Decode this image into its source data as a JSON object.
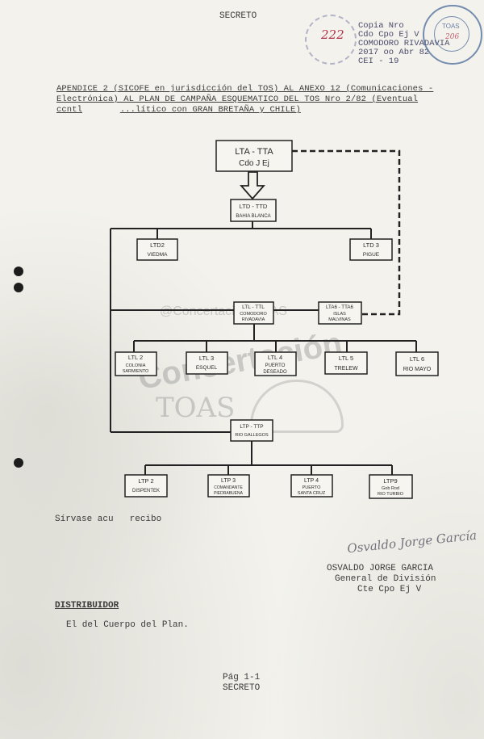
{
  "header_secret": "SECRETO",
  "stamp": {
    "line1": "Copia Nro",
    "line2": "Cdo Cpo Ej V",
    "line3": "COMODORO RIVADAVIA",
    "line4": "2017 oo  Abr 82",
    "line5": "CEI - 19",
    "handwritten_number": "222",
    "seal_text": "TOAS",
    "seal_number": "206"
  },
  "heading": {
    "line1": "APENDICE 2 (SICOFE en jurisdicción del TOS) AL ANEXO 12 (Comunicaciones -",
    "line2": "Electrónica) AL PLAN DE CAMPAÑA ESQUEMATICO DEL TOS Nro 2/82 (Eventual",
    "line3_left": "ccntl",
    "line3_right": "...lítico con GRAN BRETAÑA y CHILE)"
  },
  "chart": {
    "top": {
      "line1": "LTA - TTA",
      "line2": "Cdo J Ej"
    },
    "ltd_ttd": {
      "line1": "LTD - TTD",
      "line2": "BAHIA BLANCA"
    },
    "ltd2": {
      "line1": "LTD2",
      "line2": "VIEDMA"
    },
    "ltd3": {
      "line1": "LTD 3",
      "line2": "PIGUE"
    },
    "ltl_ttl": {
      "line1": "LTL - TTL",
      "line2": "COMODORO",
      "line3": "RIVADAVIA"
    },
    "lta6": {
      "line1": "LTA6 - TTA6",
      "line2": "ISLAS",
      "line3": "MALVINAS"
    },
    "ltl2": {
      "line1": "LTL 2",
      "line2": "COLONIA",
      "line3": "SARMIENTO"
    },
    "ltl3": {
      "line1": "LTL 3",
      "line2": "ESQUEL"
    },
    "ltl4": {
      "line1": "LTL 4",
      "line2": "PUERTO",
      "line3": "DESEADO"
    },
    "ltl5": {
      "line1": "LTL 5",
      "line2": "TRELEW"
    },
    "ltl6": {
      "line1": "LTL 6",
      "line2": "RIO MAYO"
    },
    "ltp_ttp": {
      "line1": "LTP - TTP",
      "line2": "RIO GALLEGOS"
    },
    "ltp2": {
      "line1": "LTP 2",
      "line2": "DISPENTEK"
    },
    "ltp3": {
      "line1": "LTP 3",
      "line2": "COMANDANTE",
      "line3": "PIEDRABUENA"
    },
    "ltp4": {
      "line1": "LTP 4",
      "line2": "PUERTO",
      "line3": "SANTA CRUZ"
    },
    "ltp9": {
      "line1": "LTP9",
      "line2": "Gob Rod",
      "line3": "RIO TURBIO"
    }
  },
  "watermark": {
    "handle": "@Concertación TOAS",
    "big": "Concertación",
    "toas": "TOAS"
  },
  "acuse": {
    "left": "Sírvase acu",
    "right": "recibo"
  },
  "signature": {
    "scribble": "Osvaldo Jorge García",
    "name": "OSVALDO JORGE GARCIA",
    "rank": "General de División",
    "post": "Cte Cpo Ej V"
  },
  "distribution": {
    "title": "DISTRIBUIDOR",
    "line": "El del Cuerpo del Plan."
  },
  "footer": {
    "page": "Pág 1-1",
    "secret": "SECRETO"
  }
}
